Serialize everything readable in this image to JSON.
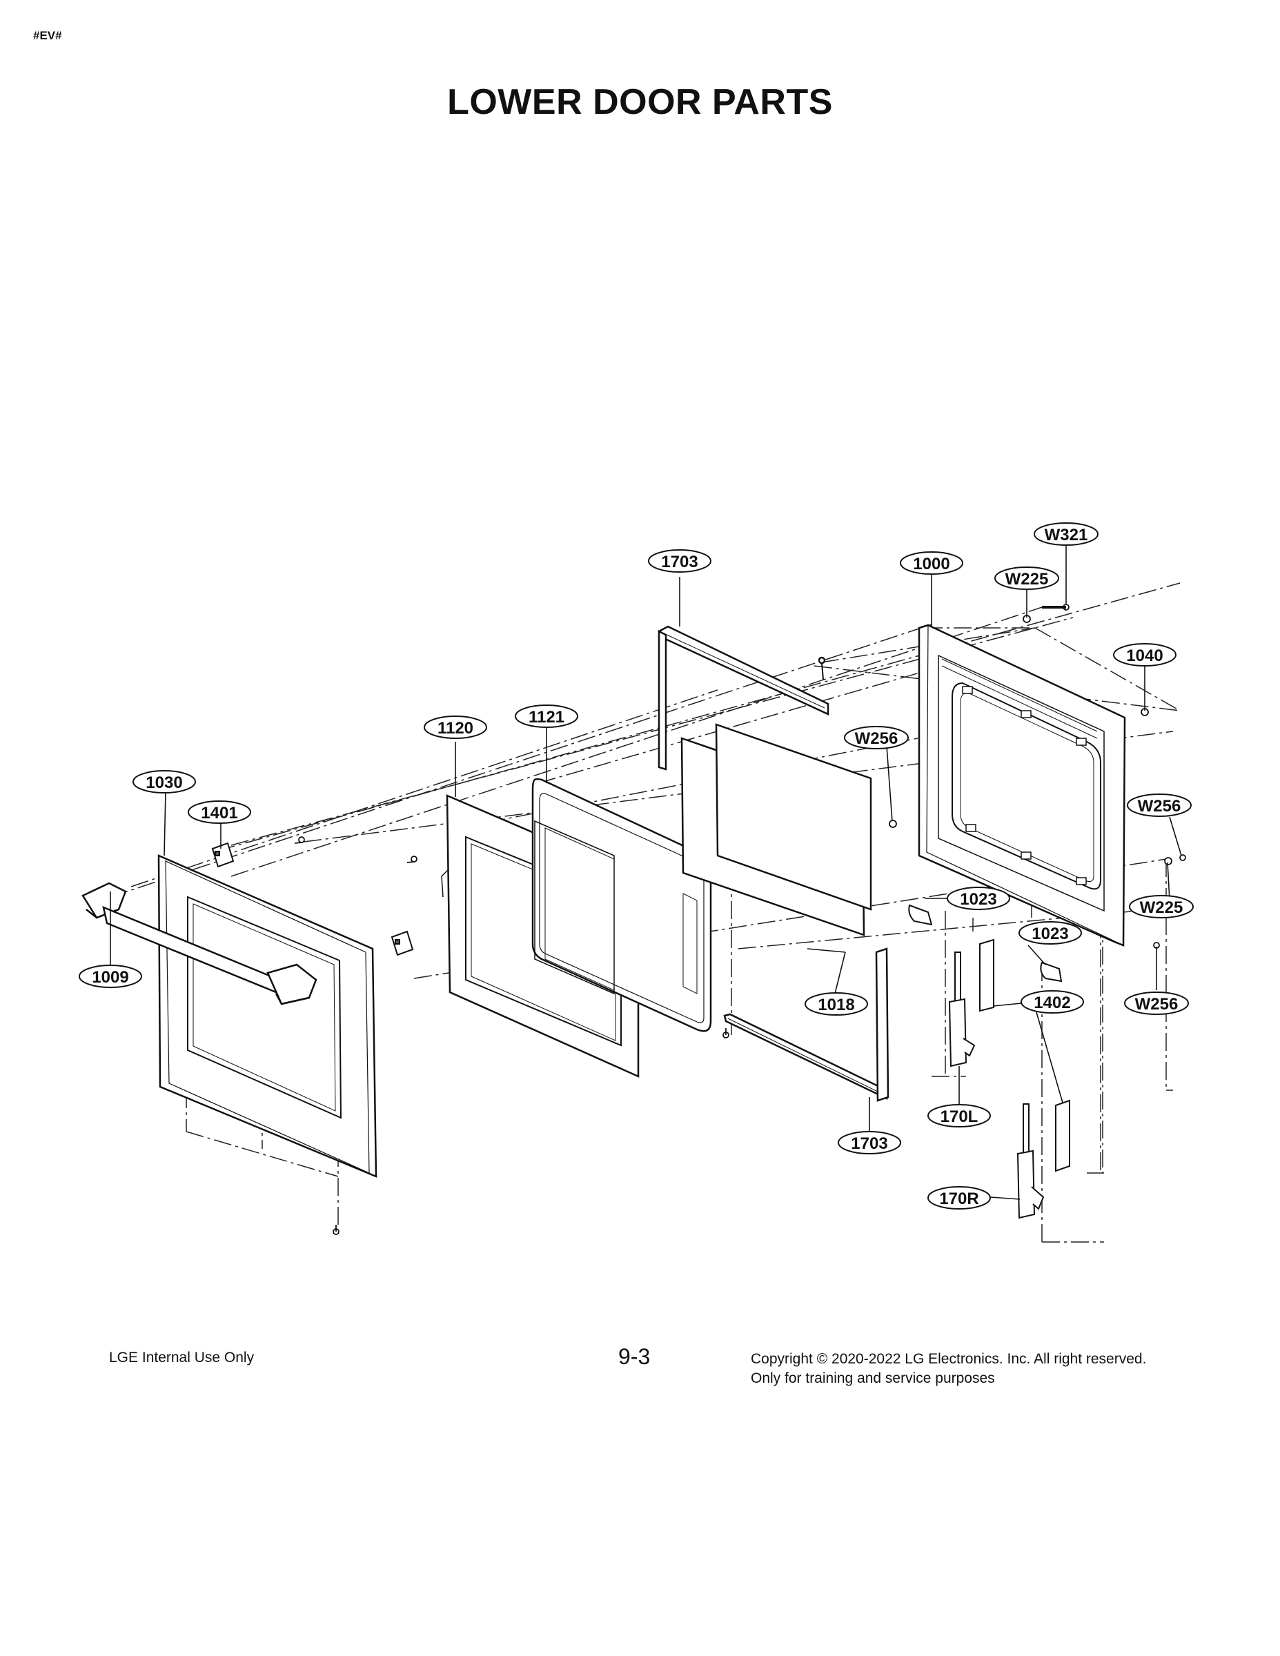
{
  "header": {
    "code": "#EV#",
    "title": "LOWER DOOR PARTS"
  },
  "callouts": {
    "c1703a": "1703",
    "c1000": "1000",
    "cW321": "W321",
    "cW225a": "W225",
    "c1040": "1040",
    "c1121": "1121",
    "c1120": "1120",
    "cW256a": "W256",
    "c1030": "1030",
    "c1401": "1401",
    "cW256b": "W256",
    "c1023a": "1023",
    "cW225b": "W225",
    "c1023b": "1023",
    "c1009": "1009",
    "c1018": "1018",
    "c1402": "1402",
    "cW256c": "W256",
    "c170L": "170L",
    "c1703b": "1703",
    "c170R": "170R"
  },
  "footer": {
    "left": "LGE Internal Use Only",
    "page": "9-3",
    "copyright": "Copyright © 2020-2022 LG Electronics. Inc. All right reserved.",
    "training": "Only for training and service purposes"
  }
}
